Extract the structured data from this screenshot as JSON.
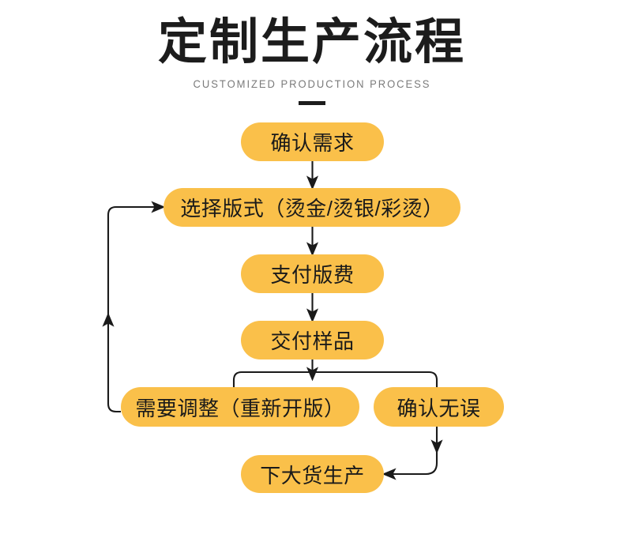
{
  "header": {
    "title": "定制生产流程",
    "subtitle": "CUSTOMIZED PRODUCTION PROCESS"
  },
  "colors": {
    "node_fill": "#fac04a",
    "node_text": "#1a1a1a",
    "edge_stroke": "#1a1a1a",
    "background": "#ffffff",
    "title_text": "#1c1c1c",
    "subtitle_text": "#7b7b7b"
  },
  "flow": {
    "nodes": [
      {
        "id": "confirm-demand",
        "label": "确认需求"
      },
      {
        "id": "select-style",
        "label": "选择版式（烫金/烫银/彩烫）"
      },
      {
        "id": "pay-plate-fee",
        "label": "支付版费"
      },
      {
        "id": "deliver-sample",
        "label": "交付样品"
      },
      {
        "id": "need-adjust",
        "label": "需要调整（重新开版）"
      },
      {
        "id": "confirm-ok",
        "label": "确认无误"
      },
      {
        "id": "mass-production",
        "label": "下大货生产"
      }
    ],
    "edges": [
      {
        "from": "confirm-demand",
        "to": "select-style"
      },
      {
        "from": "select-style",
        "to": "pay-plate-fee"
      },
      {
        "from": "pay-plate-fee",
        "to": "deliver-sample"
      },
      {
        "from": "deliver-sample",
        "to": "need-adjust"
      },
      {
        "from": "deliver-sample",
        "to": "confirm-ok"
      },
      {
        "from": "need-adjust",
        "to": "select-style"
      },
      {
        "from": "confirm-ok",
        "to": "mass-production"
      }
    ]
  }
}
